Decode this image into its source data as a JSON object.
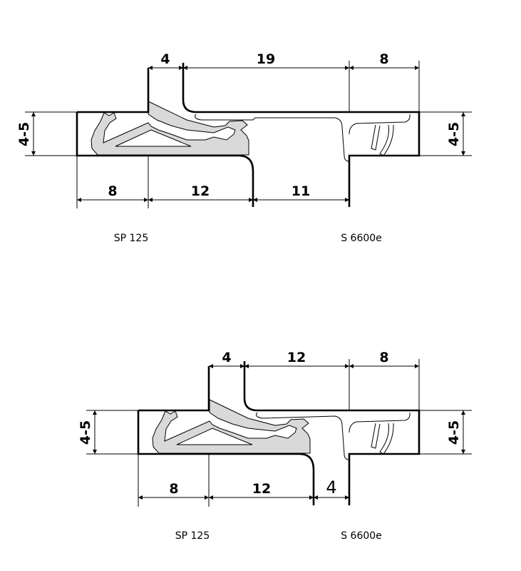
{
  "diagrams": [
    {
      "top_dims": [
        "4",
        "19",
        "8"
      ],
      "bottom_dims": [
        "8",
        "12",
        "11"
      ],
      "side_dim_left": "4-5",
      "side_dim_right": "4-5",
      "label_left": "SP 125",
      "label_right": "S 6600e"
    },
    {
      "top_dims": [
        "4",
        "12",
        "8"
      ],
      "bottom_dims": [
        "8",
        "12",
        "4"
      ],
      "side_dim_left": "4-5",
      "side_dim_right": "4-5",
      "label_left": "SP 125",
      "label_right": "S 6600e"
    }
  ]
}
